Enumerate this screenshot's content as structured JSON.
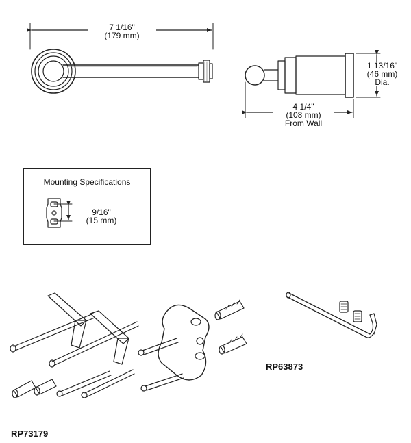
{
  "top_view": {
    "width_in": "7 1/16\"",
    "width_mm": "(179 mm)"
  },
  "side_view": {
    "diameter_in": "1 13/16\"",
    "diameter_mm": "(46 mm)",
    "diameter_label": "Dia.",
    "depth_in": "4 1/4\"",
    "depth_mm": "(108 mm)",
    "depth_label": "From Wall"
  },
  "mounting_specs": {
    "title": "Mounting Specifications",
    "spacing_in": "9/16\"",
    "spacing_mm": "(15 mm)"
  },
  "parts": {
    "kit_left": "RP73179",
    "kit_right": "RP63873"
  }
}
